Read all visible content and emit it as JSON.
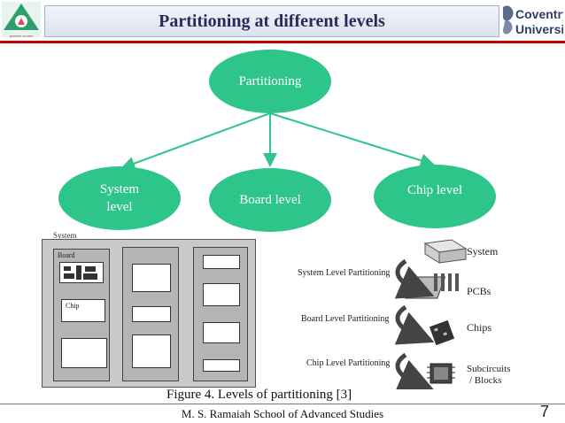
{
  "header": {
    "title": "Partitioning at different levels",
    "right_logo_line1": "Coventry",
    "right_logo_line2": "University",
    "left_logo_text": "gloriam morals"
  },
  "diagram": {
    "root": "Partitioning",
    "children": [
      {
        "label_line1": "System",
        "label_line2": "level"
      },
      {
        "label": "Board level"
      },
      {
        "label": "Chip level"
      }
    ]
  },
  "figure": {
    "left": {
      "system_label": "System",
      "board_label": "Board",
      "chip_label": "Chip"
    },
    "right": {
      "levels": [
        "System",
        "PCBs",
        "Chips",
        "Subcircuits",
        "/ Blocks"
      ],
      "partitions": [
        "System Level Partitioning",
        "Board Level Partitioning",
        "Chip Level Partitioning"
      ]
    },
    "caption": "Figure 4. Levels of partitioning [3]"
  },
  "footer": {
    "text": "M. S. Ramaiah School of Advanced Studies",
    "page_number": "7"
  },
  "colors": {
    "node_fill": "#2ec58a",
    "connector": "#2ec58a",
    "rule_red": "#c00000"
  }
}
